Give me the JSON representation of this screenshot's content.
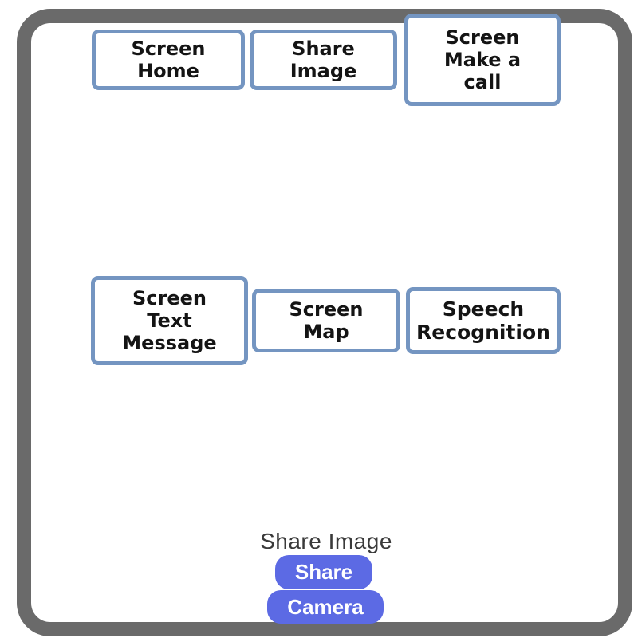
{
  "screen_preview": {
    "flow_buttons": [
      {
        "id": "screen-home",
        "label": "Screen\nHome"
      },
      {
        "id": "share-image",
        "label": "Share\nImage"
      },
      {
        "id": "screen-make-a-call",
        "label": "Screen\nMake a\ncall"
      },
      {
        "id": "screen-text-message",
        "label": "Screen\nText\nMessage"
      },
      {
        "id": "screen-map",
        "label": "Screen\nMap"
      },
      {
        "id": "speech-recognition",
        "label": "Speech\nRecognition"
      }
    ],
    "bottom_section": {
      "section_label": "Share Image",
      "share_button_label": "Share",
      "camera_button_label": "Camera"
    },
    "colors": {
      "frame_gray": "#6A6A6A",
      "flow_box_border_blue": "#7495C1",
      "action_button_indigo": "#5C6AE4",
      "flow_text": "#141414",
      "section_label_text": "#3A3A3A"
    }
  }
}
